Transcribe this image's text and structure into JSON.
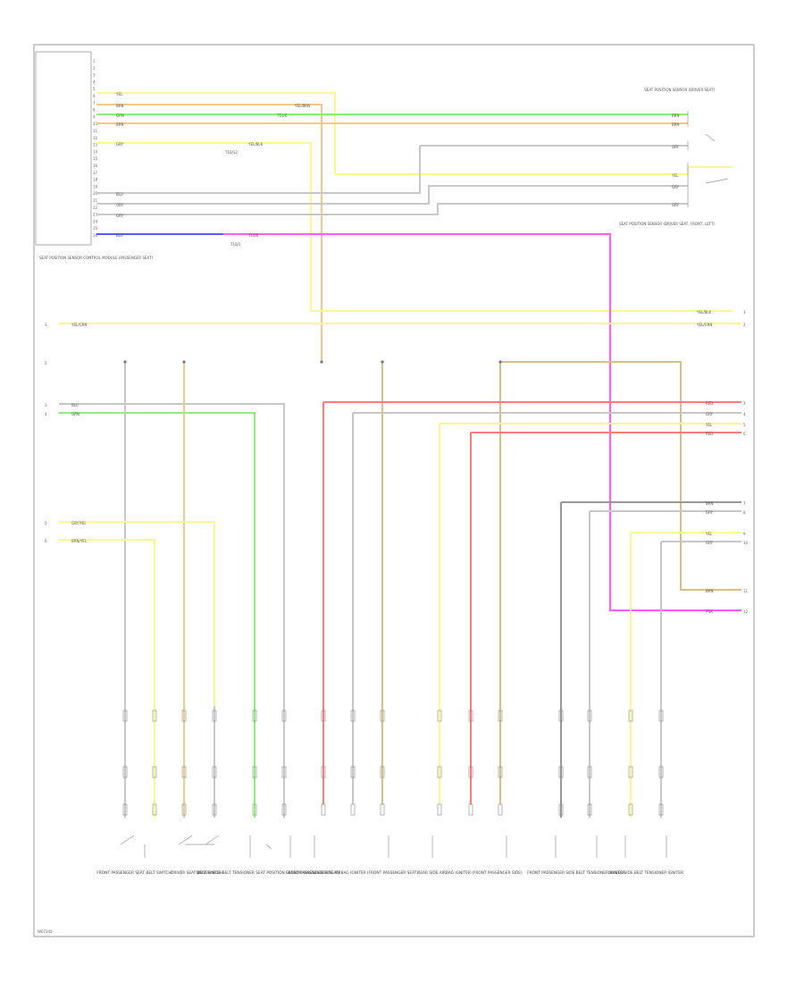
{
  "colors": {
    "yellow": "#fafa8c",
    "orange": "#f2c98a",
    "green": "#8cf07a",
    "gray": "#c8c8c8",
    "dark": "#999999",
    "blue": "#5a5aff",
    "magenta": "#ff5aff",
    "red": "#ff7a7a",
    "olive": "#d8c080",
    "line": "#999999"
  },
  "module": {
    "name": "SEAT POSITION SENSOR CONTROL MODULE (PASSENGER SEAT)",
    "pins": [
      "1",
      "2",
      "3",
      "4",
      "5",
      "6",
      "7",
      "8",
      "9",
      "10",
      "11",
      "12",
      "13",
      "14",
      "15",
      "16",
      "17",
      "18",
      "19",
      "20",
      "21",
      "22",
      "23",
      "24",
      "25",
      "26"
    ]
  },
  "wire_labels": {
    "w1": "YEL",
    "w2": "BRN",
    "w3": "GRN",
    "w4": "BRN",
    "w5": "GRY",
    "w6": "YEL/BLK",
    "w7": "BLU",
    "w8": "GRY",
    "w9": "GRY",
    "w10": "BLU",
    "w11": "YEL/GRN",
    "w12": "BLU",
    "w13": "GRN",
    "w14": "GRY/YEL",
    "w15": "BRN/YEL",
    "splice1": "YEL/BRN",
    "splice2": "T10/6",
    "splice3": "T10/12",
    "splice4": "T10/6",
    "splice5": "T10/1"
  },
  "right_labels": {
    "top_connector": "SEAT POSITION SENSOR (DRIVER SEAT)",
    "mid_connector": "SEAT POSITION SENSOR (DRIVER SEAT, FRONT, LEFT)",
    "r1": "BRN",
    "r2": "BRN",
    "r3": "GRY",
    "r4": "YEL",
    "r5": "GRY",
    "r6": "GRY",
    "r7": "YEL/BLK",
    "r8": "YEL/GRN",
    "r9": "RED",
    "r10": "GRY",
    "r11": "YEL",
    "r12": "RED",
    "r13": "BRN",
    "r14": "GRY",
    "r15": "YEL",
    "r16": "GRY",
    "r17": "BRN",
    "r18": "PNK"
  },
  "left_refs": [
    "1",
    "2",
    "3",
    "4",
    "5",
    "6"
  ],
  "right_refs": [
    "1",
    "2",
    "3",
    "4",
    "5",
    "6",
    "7",
    "8",
    "9",
    "10",
    "11",
    "12"
  ],
  "components": [
    {
      "id": "c1",
      "label": "FRONT PASSENGER SEAT BELT SWITCH"
    },
    {
      "id": "c2",
      "label": "DRIVER SEAT BELT SWITCH"
    },
    {
      "id": "c3",
      "label": "DRIVER SIDE BELT TENSIONER SEAT POSITION SENSOR (PASSENGER SEAT)"
    },
    {
      "id": "c4",
      "label": "FRONT PASSENGER SIDE AIRBAG IGNITER (FRONT PASSENGER SEAT)"
    },
    {
      "id": "c5",
      "label": "REAR SIDE AIRBAG IGNITER (FRONT PASSENGER SIDE)"
    },
    {
      "id": "c6",
      "label": "FRONT PASSENGER SIDE BELT TENSIONER IGNITER"
    },
    {
      "id": "c7",
      "label": "DRIVER SIDE BELT TENSIONER IGNITER"
    }
  ],
  "footer_code": "W07345"
}
